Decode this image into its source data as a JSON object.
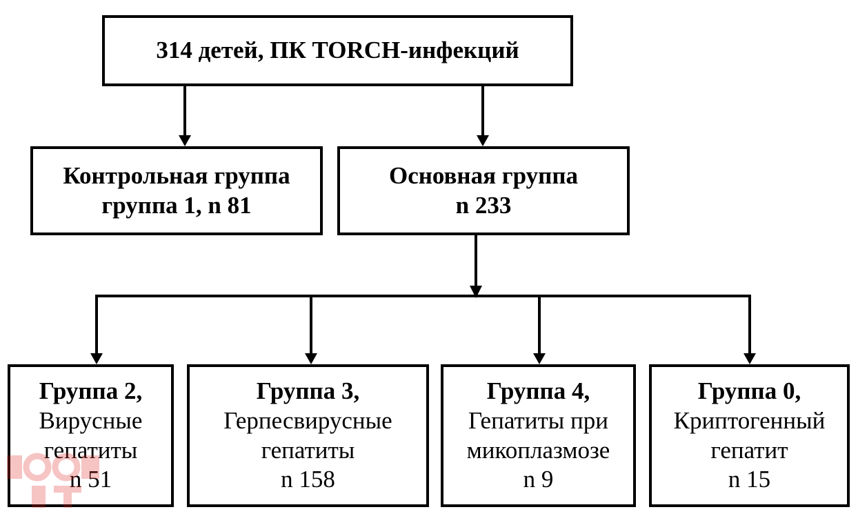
{
  "root": {
    "label": "314 детей, ПК TORCH-инфекций"
  },
  "control_group": {
    "line1": "Контрольная группа",
    "line2": "группа 1, n 81"
  },
  "main_group": {
    "line1": "Основная группа",
    "line2": "n 233"
  },
  "subgroups": [
    {
      "title": "Группа 2,",
      "desc1": "Вирусные",
      "desc2": "гепатиты",
      "n": "n 51"
    },
    {
      "title": "Группа 3,",
      "desc1": "Герпесвирусные",
      "desc2": "гепатиты",
      "n": "n 158"
    },
    {
      "title": "Группа 4,",
      "desc1": "Гепатиты при",
      "desc2": "микоплазмозе",
      "n": "n 9"
    },
    {
      "title": "Группа 0,",
      "desc1": "Криптогенный",
      "desc2": "гепатит",
      "n": "n 15"
    }
  ],
  "colors": {
    "line": "#000000",
    "box_border": "#000000",
    "background": "#ffffff",
    "watermark": "#e0302a"
  }
}
